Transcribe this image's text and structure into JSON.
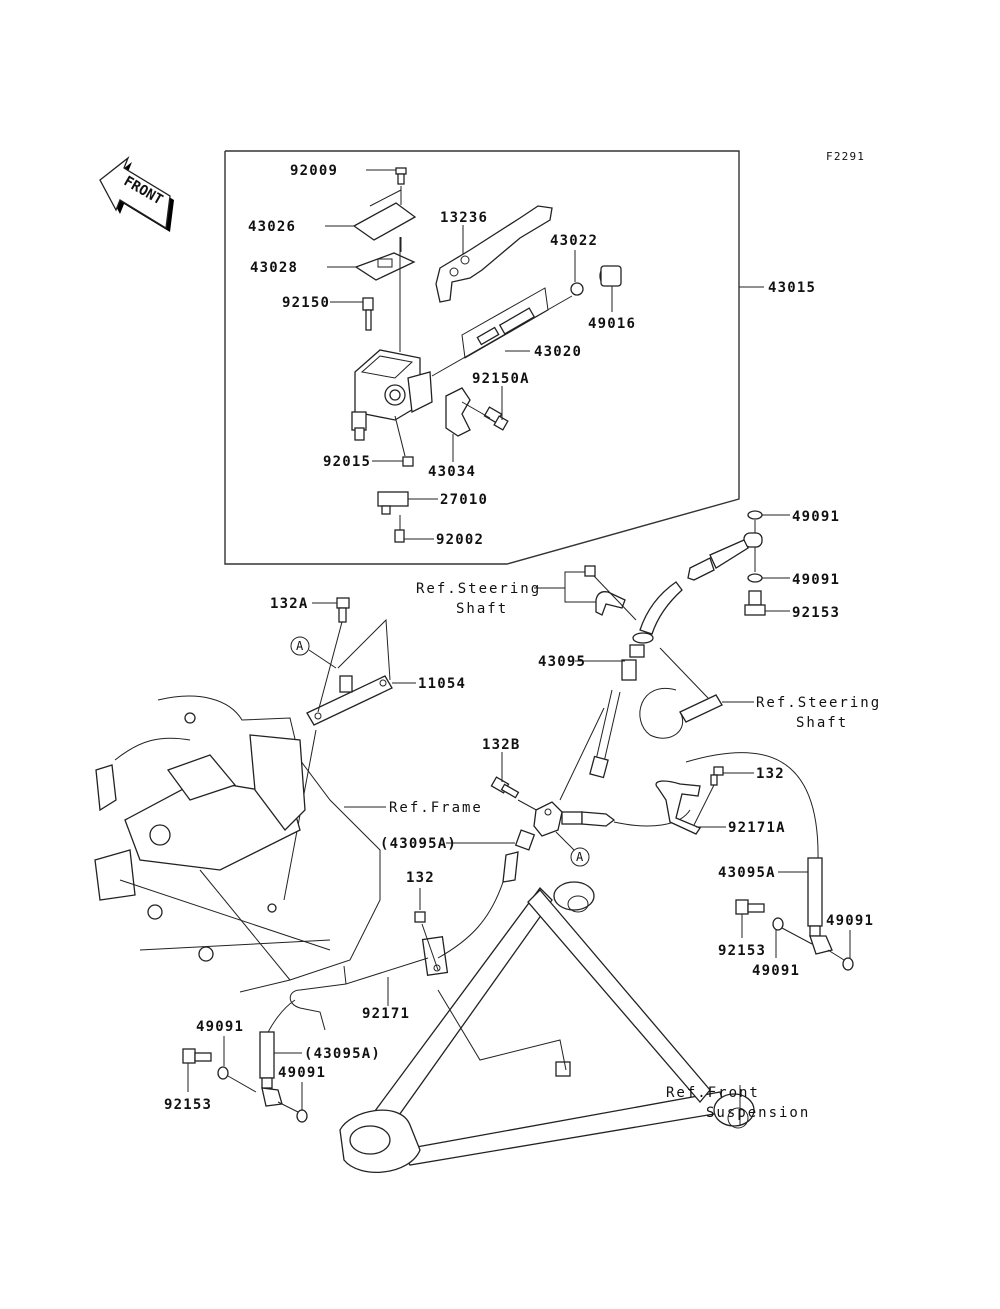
{
  "figure_id": "F2291",
  "front_indicator": "FRONT",
  "assembly_label": "43015",
  "parts": {
    "p92009": "92009",
    "p43026": "43026",
    "p43028": "43028",
    "p92150": "92150",
    "p13236": "13236",
    "p43022": "43022",
    "p49016": "49016",
    "p43020": "43020",
    "p92150A": "92150A",
    "p92015": "92015",
    "p43034": "43034",
    "p27010": "27010",
    "p92002": "92002",
    "p132A": "132A",
    "p11054": "11054",
    "p49091_top1": "49091",
    "p49091_top2": "49091",
    "p92153_top": "92153",
    "p43095": "43095",
    "p132B": "132B",
    "p132_right": "132",
    "p92171A": "92171A",
    "p43095A_paren": "(43095A)",
    "p43095A_right": "43095A",
    "p92153_right": "92153",
    "p49091_right1": "49091",
    "p49091_right2": "49091",
    "p132_mid": "132",
    "p92171": "92171",
    "p49091_left1": "49091",
    "p43095A_paren2": "(43095A)",
    "p49091_left2": "49091",
    "p92153_left": "92153"
  },
  "references": {
    "steering_shaft_1_line1": "Ref.Steering",
    "steering_shaft_1_line2": "Shaft",
    "steering_shaft_2_line1": "Ref.Steering",
    "steering_shaft_2_line2": "Shaft",
    "frame": "Ref.Frame",
    "front_suspension_line1": "Ref.Front",
    "front_suspension_line2": "Suspension"
  },
  "markers": {
    "a1": "A",
    "a2": "A"
  }
}
